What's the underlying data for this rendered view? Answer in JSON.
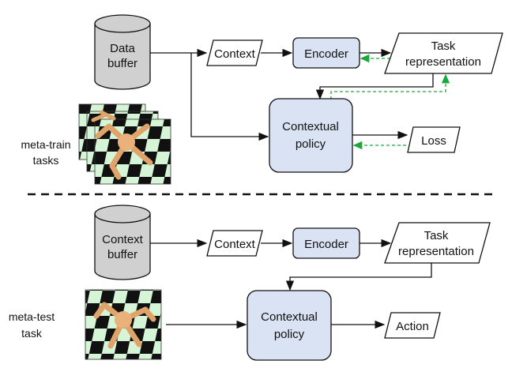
{
  "train": {
    "data_buffer": [
      "Data",
      "buffer"
    ],
    "context": "Context",
    "encoder": "Encoder",
    "task_representation": [
      "Task",
      "representation"
    ],
    "contextual_policy": [
      "Contextual",
      "policy"
    ],
    "loss": "Loss",
    "side_label": [
      "meta-train",
      "tasks"
    ]
  },
  "test": {
    "context_buffer": [
      "Context",
      "buffer"
    ],
    "context": "Context",
    "encoder": "Encoder",
    "task_representation": [
      "Task",
      "representation"
    ],
    "contextual_policy": [
      "Contextual",
      "policy"
    ],
    "action": "Action",
    "side_label": [
      "meta-test",
      "task"
    ]
  },
  "colors": {
    "cylinder_fill": "#d0d0d0",
    "box_fill": "#dae3f3",
    "gradient_arrow": "#1aa83a",
    "board_light": "#d6f5d6",
    "board_dark": "#111111",
    "robot": "#e0a36a"
  },
  "icons": [
    "ant-robot-simulation-image"
  ]
}
